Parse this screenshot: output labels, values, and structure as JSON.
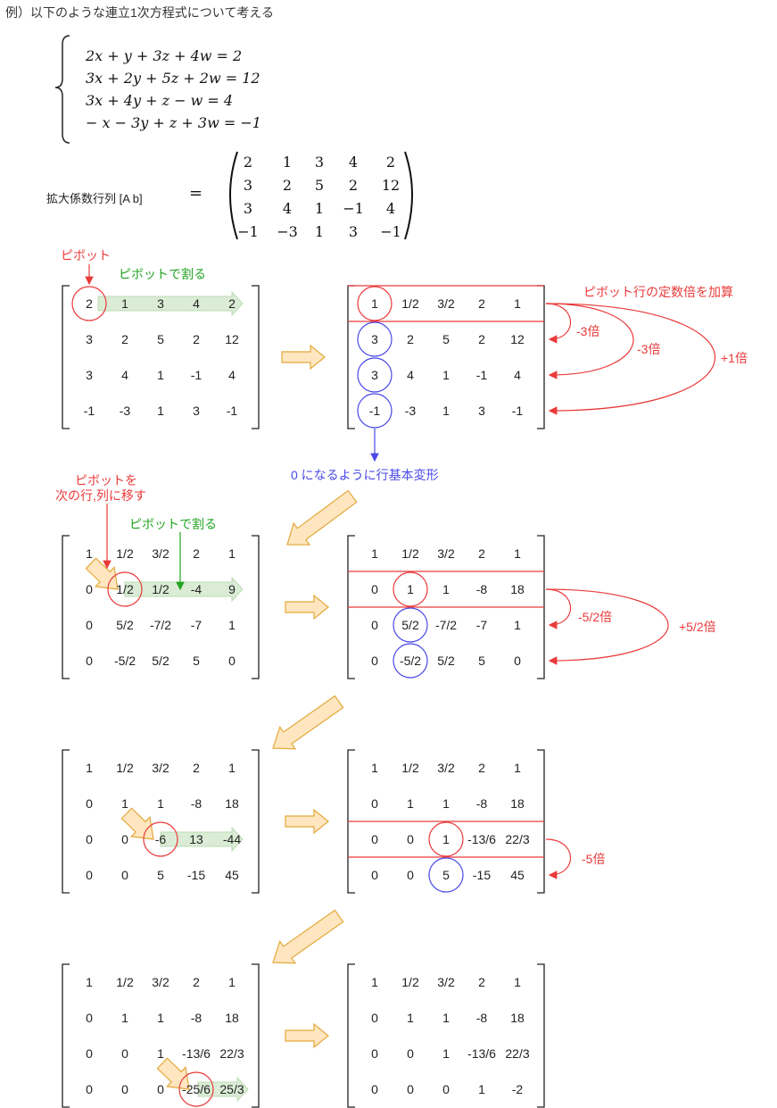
{
  "intro": "例）以下のような連立1次方程式について考える",
  "equations": [
    "2x + y + 3z + 4w = 2",
    "3x + 2y + 5z + 2w = 12",
    "3x + 4y + z − w = 4",
    "− x − 3y + z + 3w = −1"
  ],
  "augmented_label": "拡大係数行列 [A b]",
  "equals_sign": "=",
  "augmented_matrix": [
    [
      "2",
      "1",
      "3",
      "4",
      "2"
    ],
    [
      "3",
      "2",
      "5",
      "2",
      "12"
    ],
    [
      "3",
      "4",
      "1",
      "−1",
      "4"
    ],
    [
      "−1",
      "−3",
      "1",
      "3",
      "−1"
    ]
  ],
  "matrices": [
    [
      [
        "2",
        "1",
        "3",
        "4",
        "2"
      ],
      [
        "3",
        "2",
        "5",
        "2",
        "12"
      ],
      [
        "3",
        "4",
        "1",
        "-1",
        "4"
      ],
      [
        "-1",
        "-3",
        "1",
        "3",
        "-1"
      ]
    ],
    [
      [
        "1",
        "1/2",
        "3/2",
        "2",
        "1"
      ],
      [
        "3",
        "2",
        "5",
        "2",
        "12"
      ],
      [
        "3",
        "4",
        "1",
        "-1",
        "4"
      ],
      [
        "-1",
        "-3",
        "1",
        "3",
        "-1"
      ]
    ],
    [
      [
        "1",
        "1/2",
        "3/2",
        "2",
        "1"
      ],
      [
        "0",
        "1/2",
        "1/2",
        "-4",
        "9"
      ],
      [
        "0",
        "5/2",
        "-7/2",
        "-7",
        "1"
      ],
      [
        "0",
        "-5/2",
        "5/2",
        "5",
        "0"
      ]
    ],
    [
      [
        "1",
        "1/2",
        "3/2",
        "2",
        "1"
      ],
      [
        "0",
        "1",
        "1",
        "-8",
        "18"
      ],
      [
        "0",
        "5/2",
        "-7/2",
        "-7",
        "1"
      ],
      [
        "0",
        "-5/2",
        "5/2",
        "5",
        "0"
      ]
    ],
    [
      [
        "1",
        "1/2",
        "3/2",
        "2",
        "1"
      ],
      [
        "0",
        "1",
        "1",
        "-8",
        "18"
      ],
      [
        "0",
        "0",
        "-6",
        "13",
        "-44"
      ],
      [
        "0",
        "0",
        "5",
        "-15",
        "45"
      ]
    ],
    [
      [
        "1",
        "1/2",
        "3/2",
        "2",
        "1"
      ],
      [
        "0",
        "1",
        "1",
        "-8",
        "18"
      ],
      [
        "0",
        "0",
        "1",
        "-13/6",
        "22/3"
      ],
      [
        "0",
        "0",
        "5",
        "-15",
        "45"
      ]
    ],
    [
      [
        "1",
        "1/2",
        "3/2",
        "2",
        "1"
      ],
      [
        "0",
        "1",
        "1",
        "-8",
        "18"
      ],
      [
        "0",
        "0",
        "1",
        "-13/6",
        "22/3"
      ],
      [
        "0",
        "0",
        "0",
        "-25/6",
        "25/3"
      ]
    ],
    [
      [
        "1",
        "1/2",
        "3/2",
        "2",
        "1"
      ],
      [
        "0",
        "1",
        "1",
        "-8",
        "18"
      ],
      [
        "0",
        "0",
        "1",
        "-13/6",
        "22/3"
      ],
      [
        "0",
        "0",
        "0",
        "1",
        "-2"
      ]
    ]
  ],
  "labels": {
    "pivot": "ピボット",
    "divide_by_pivot": "ピボットで割る",
    "add_multiple": "ピボット行の定数倍を加算",
    "times_m3": "-3倍",
    "times_m3b": "-3倍",
    "times_p1": "+1倍",
    "zero_transform": "0 になるように行基本変形",
    "move_pivot_l1": "ピボットを",
    "move_pivot_l2": "次の行,列に移す",
    "divide_by_pivot2": "ピボットで割る",
    "times_m52": "-5/2倍",
    "times_p52": "+5/2倍",
    "times_m5": "-5倍"
  },
  "colors": {
    "red": "#ea3a3a",
    "green": "#22a322",
    "blue": "#4a4ae8",
    "orange_fill": "#ffe6c0",
    "orange_stroke": "#e3a83a",
    "green_fill": "#d6ebd1"
  }
}
